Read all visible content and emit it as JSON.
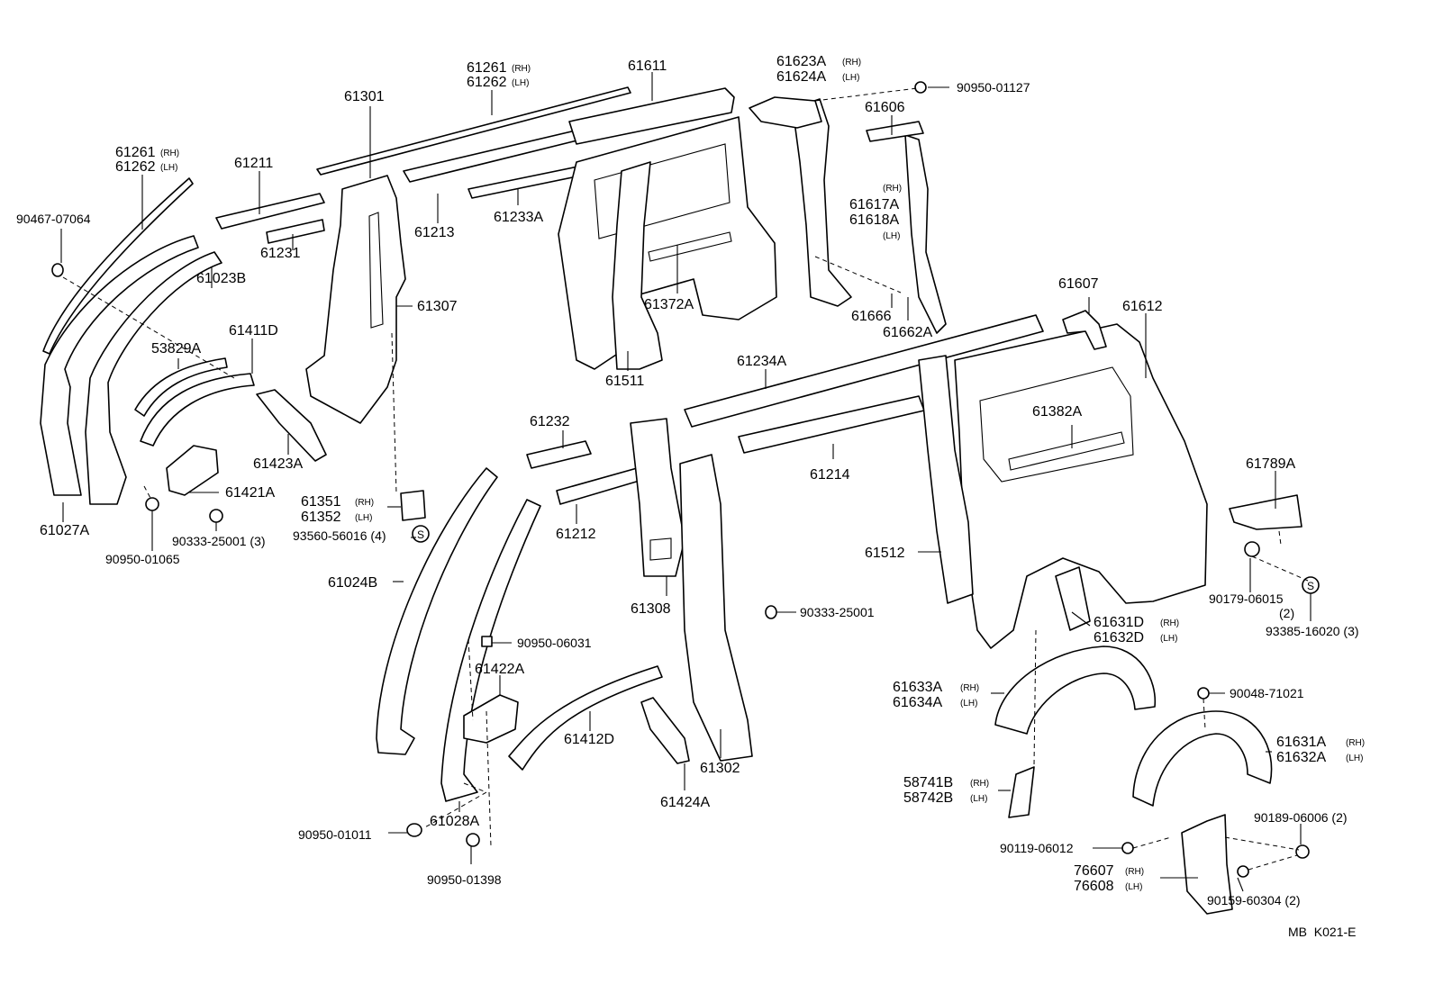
{
  "diagram": {
    "code": "MB  K021-E",
    "labels": {
      "p61261_a": "61261",
      "p61262_a": "61262",
      "p61261_b": "61261",
      "p61262_b": "61262",
      "p61611": "61611",
      "p61623a": "61623A",
      "p61624a": "61624A",
      "p90950_01127": "90950-01127",
      "p61606": "61606",
      "p61301": "61301",
      "p61211": "61211",
      "p61213": "61213",
      "p61233a": "61233A",
      "p61617a": "61617A",
      "p61618a": "61618A",
      "p90467_07064": "90467-07064",
      "p61231": "61231",
      "p61023b": "61023B",
      "p61307": "61307",
      "p61372a": "61372A",
      "p61666": "61666",
      "p61662a": "61662A",
      "p61607": "61607",
      "p61612": "61612",
      "p61411d": "61411D",
      "p53829a": "53829A",
      "p61511": "61511",
      "p61234a": "61234A",
      "p61423a": "61423A",
      "p61382a": "61382A",
      "p61232": "61232",
      "p61214": "61214",
      "p61789a": "61789A",
      "p61421a": "61421A",
      "p61027a": "61027A",
      "p61351": "61351",
      "p61352": "61352",
      "p90333_25001_3": "90333-25001 (3)",
      "p93560_56016": "93560-56016 (4)",
      "p90950_01065": "90950-01065",
      "p61212": "61212",
      "p61512": "61512",
      "p61024b": "61024B",
      "p90179_06015": "90179-06015",
      "p90179_qty": "(2)",
      "p93385_16020": "93385-16020 (3)",
      "p61308": "61308",
      "p90333_25001": "90333-25001",
      "p61631d": "61631D",
      "p61632d": "61632D",
      "p90950_06031": "90950-06031",
      "p61422a": "61422A",
      "p61633a": "61633A",
      "p61634a": "61634A",
      "p90048_71021": "90048-71021",
      "p61412d": "61412D",
      "p61302": "61302",
      "p61631a": "61631A",
      "p61632a": "61632A",
      "p58741b": "58741B",
      "p58742b": "58742B",
      "p61424a": "61424A",
      "p61028a": "61028A",
      "p90189_06006": "90189-06006 (2)",
      "p90950_01011": "90950-01011",
      "p90119_06012": "90119-06012",
      "p76607": "76607",
      "p76608": "76608",
      "p90950_01398": "90950-01398",
      "p90159_60304": "90159-60304 (2)",
      "s_symbol_1": "S",
      "s_symbol_2": "S"
    },
    "tags": {
      "rh": "(RH)",
      "lh": "(LH)"
    }
  }
}
